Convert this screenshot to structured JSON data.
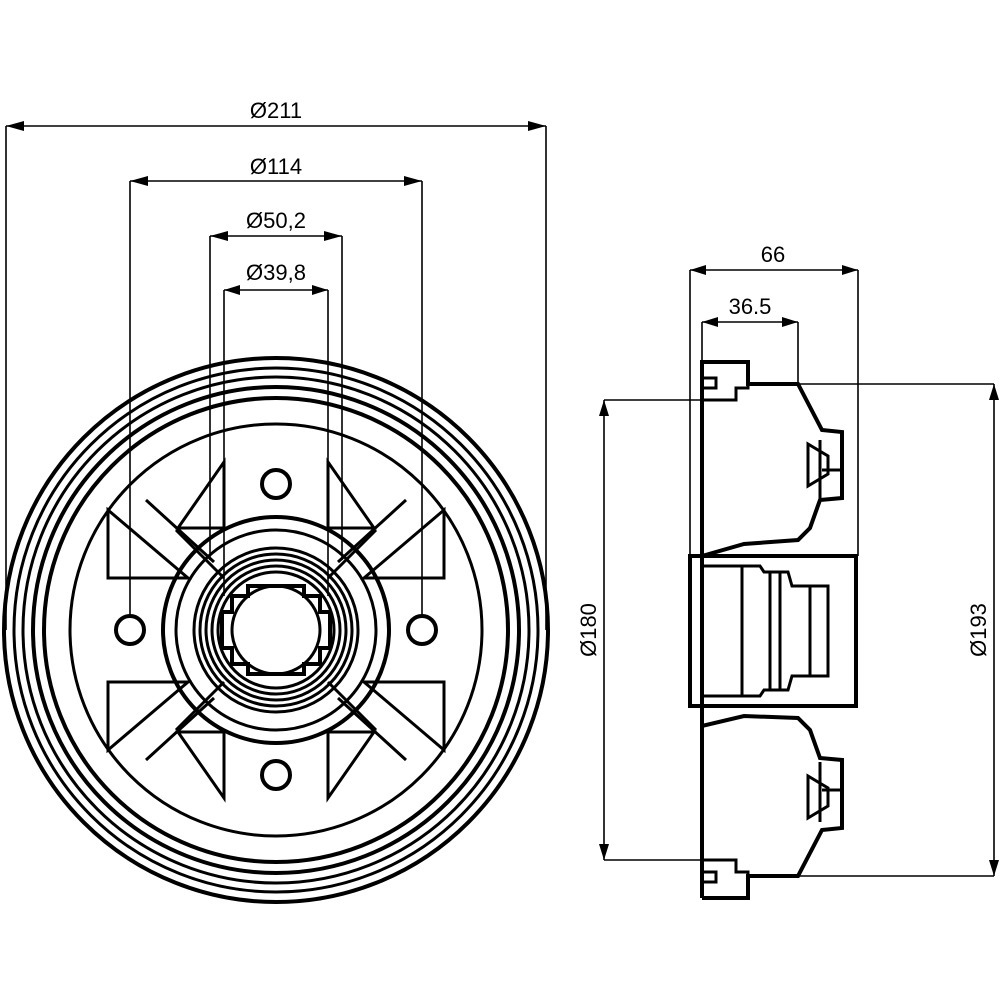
{
  "front_view": {
    "dim_outer_diameter": "Ø211",
    "dim_bolt_circle": "Ø114",
    "dim_centering_hole": "Ø50,2",
    "dim_inner_hole": "Ø39,8"
  },
  "side_view": {
    "dim_total_height": "66",
    "dim_height_to_flange": "36.5",
    "dim_drum_inner_diameter": "Ø180",
    "dim_drum_outer_diameter": "Ø193"
  }
}
